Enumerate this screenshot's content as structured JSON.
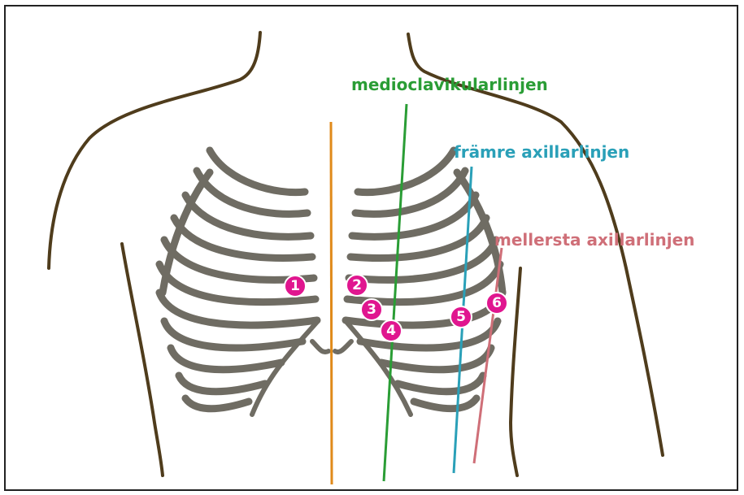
{
  "lines": {
    "midclavicular": {
      "label": "medioclavikularlinjen",
      "color": "#2a9d35"
    },
    "anterior_axillary": {
      "label": "främre axillarlinjen",
      "color": "#2aa0b8"
    },
    "mid_axillary": {
      "label": "mellersta axillarlinjen",
      "color": "#cf6f78"
    },
    "sternal": {
      "color": "#e08a1a"
    }
  },
  "markers": [
    {
      "label": "1"
    },
    {
      "label": "2"
    },
    {
      "label": "3"
    },
    {
      "label": "4"
    },
    {
      "label": "5"
    },
    {
      "label": "6"
    }
  ],
  "colors": {
    "marker": "#e0168f",
    "outline": "#4f3c1c",
    "ribs": "#6f6c63"
  }
}
